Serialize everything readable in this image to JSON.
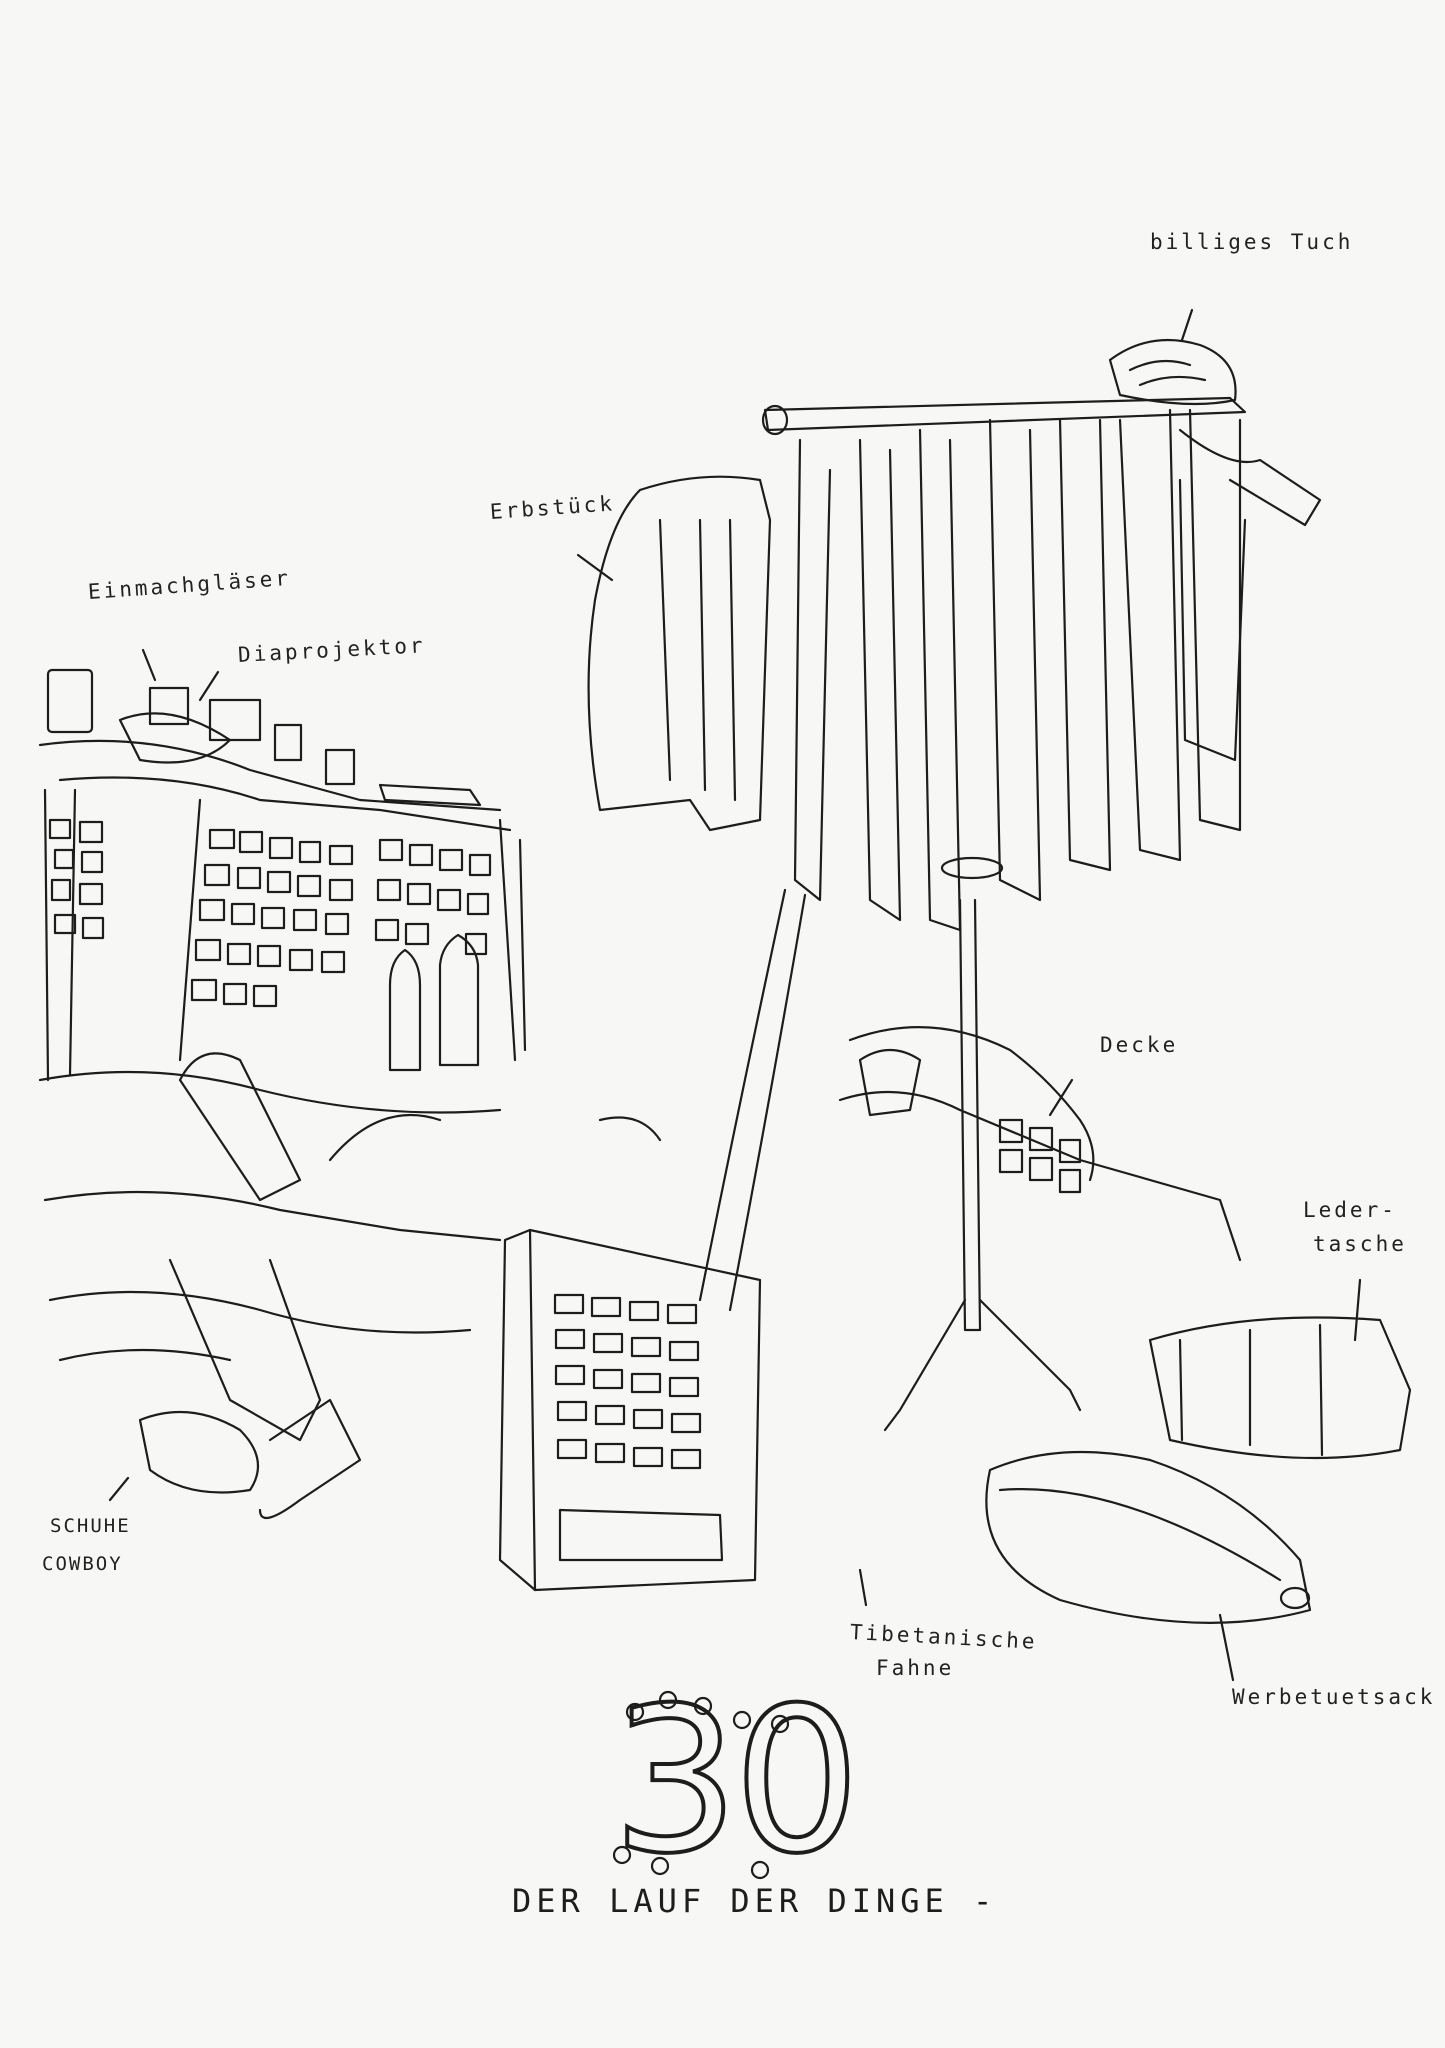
{
  "labels": {
    "billiges_tuch": "billiges Tuch",
    "erbstueck": "Erbstück",
    "einmachglaeser": "Einmachgläser",
    "diaprojektor": "Diaprojektor",
    "decke": "Decke",
    "ledertasche_1": "Leder-",
    "ledertasche_2": "tasche",
    "schuhe": "SCHUHE",
    "cowboy": "COWBOY",
    "tibetanische": "Tibetanische",
    "fahne": "Fahne",
    "werbetuetsack": "Werbetuetsack"
  },
  "title": {
    "number": "30",
    "text": "DER LAUF DER DINGE -"
  },
  "colors": {
    "paper": "#f7f7f5",
    "ink": "#1d1d1d"
  }
}
